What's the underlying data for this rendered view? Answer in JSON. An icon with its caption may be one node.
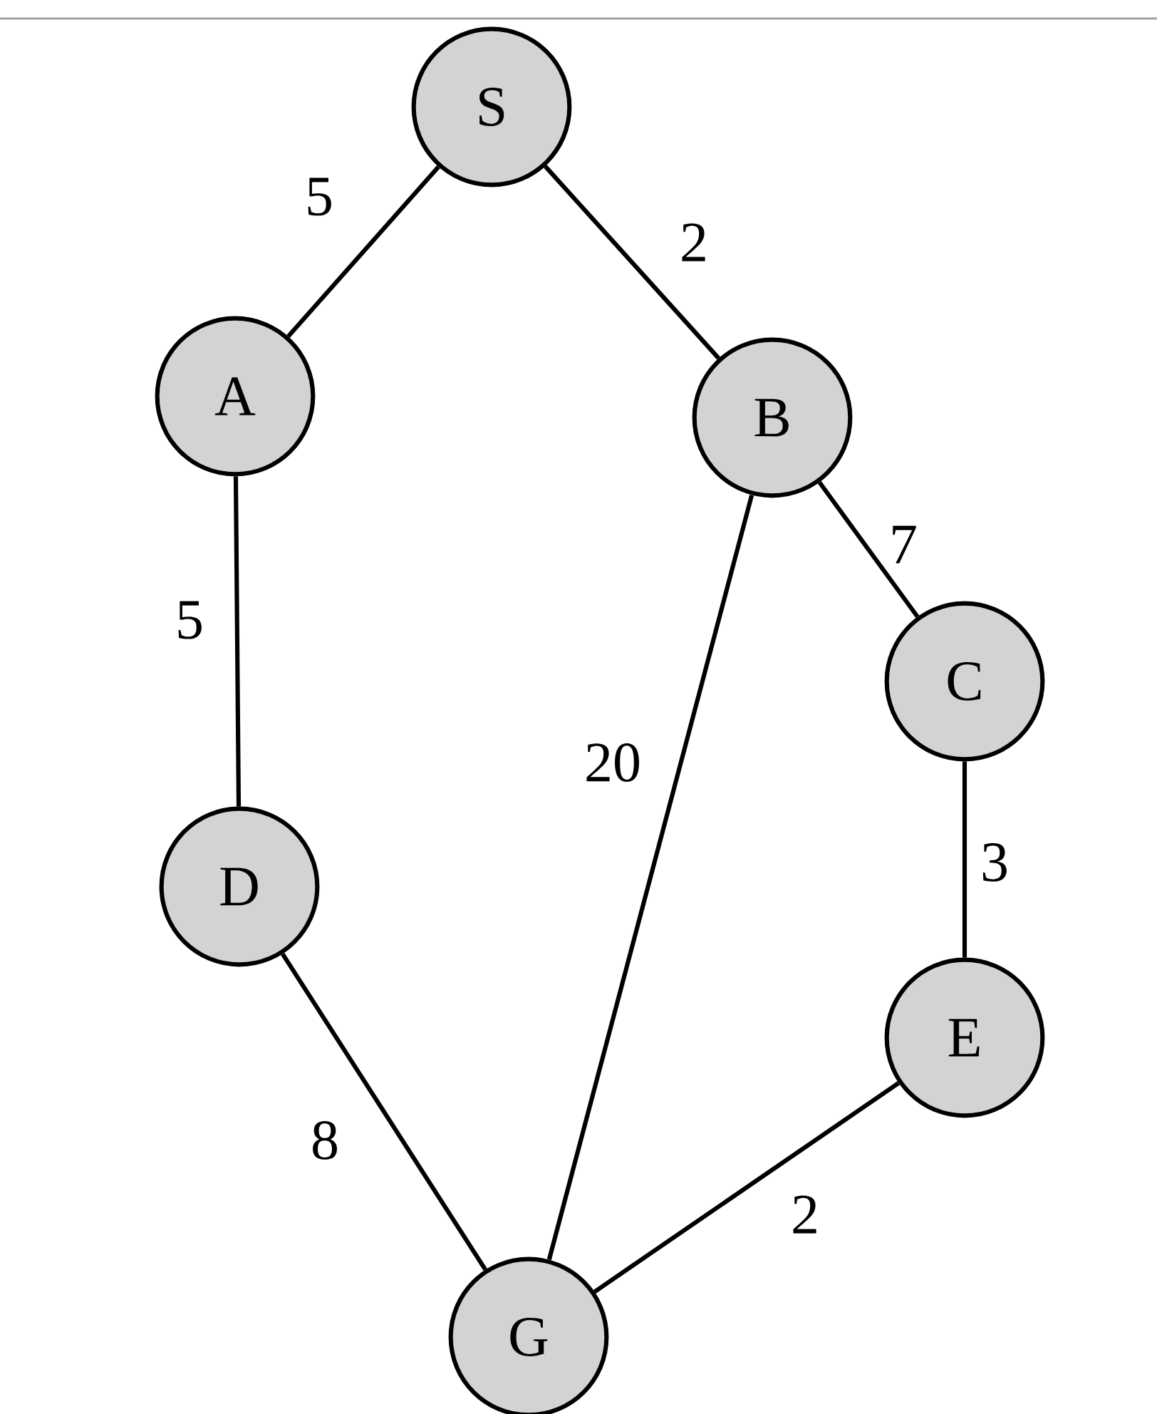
{
  "diagram": {
    "nodes": [
      {
        "text": [
          "S"
        ]
      },
      {
        "text": [
          "A"
        ]
      },
      {
        "text": [
          "B"
        ]
      },
      {
        "text": [
          "C"
        ]
      },
      {
        "text": [
          "D"
        ]
      },
      {
        "text": [
          "E"
        ]
      },
      {
        "text": [
          "G"
        ]
      }
    ],
    "edges": [
      {
        "from": 0,
        "to": 1,
        "arrow": "none",
        "label": "5"
      },
      {
        "from": 0,
        "to": 2,
        "arrow": "none",
        "label": "2"
      },
      {
        "from": 1,
        "to": 4,
        "arrow": "none",
        "label": "5"
      },
      {
        "from": 2,
        "to": 3,
        "arrow": "none",
        "label": "7"
      },
      {
        "from": 2,
        "to": 6,
        "arrow": "none",
        "label": "20"
      },
      {
        "from": 3,
        "to": 5,
        "arrow": "none",
        "label": "3"
      },
      {
        "from": 4,
        "to": 6,
        "arrow": "none",
        "label": "8"
      },
      {
        "from": 5,
        "to": 6,
        "arrow": "none",
        "label": "2"
      }
    ]
  }
}
